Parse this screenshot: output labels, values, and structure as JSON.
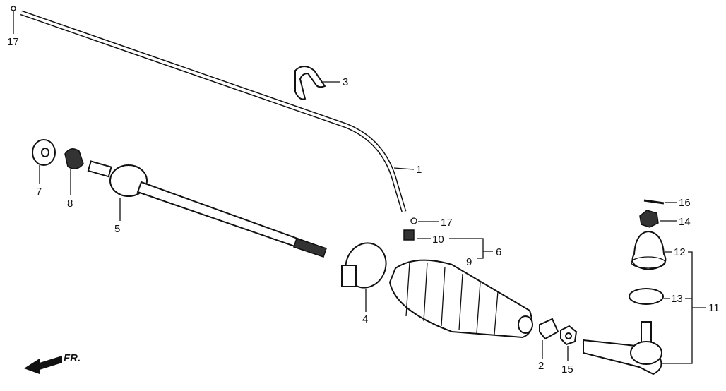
{
  "diagram": {
    "direction_label": "FR.",
    "callouts": [
      {
        "id": "17a",
        "number": "17",
        "part": "clip"
      },
      {
        "id": "3",
        "number": "3",
        "part": "clamp"
      },
      {
        "id": "1",
        "number": "1",
        "part": "air-tube"
      },
      {
        "id": "7",
        "number": "7",
        "part": "washer"
      },
      {
        "id": "8",
        "number": "8",
        "part": "lock-washer"
      },
      {
        "id": "5",
        "number": "5",
        "part": "tie-rod"
      },
      {
        "id": "17b",
        "number": "17",
        "part": "clip"
      },
      {
        "id": "10",
        "number": "10",
        "part": "bolt"
      },
      {
        "id": "6",
        "number": "6",
        "part": "boot-set"
      },
      {
        "id": "9",
        "number": "9",
        "part": "boot"
      },
      {
        "id": "16",
        "number": "16",
        "part": "cotter-pin"
      },
      {
        "id": "14",
        "number": "14",
        "part": "castle-nut"
      },
      {
        "id": "12",
        "number": "12",
        "part": "dust-seal"
      },
      {
        "id": "13",
        "number": "13",
        "part": "clip-ring"
      },
      {
        "id": "11",
        "number": "11",
        "part": "tie-rod-end"
      },
      {
        "id": "4",
        "number": "4",
        "part": "boot-band"
      },
      {
        "id": "2",
        "number": "2",
        "part": "boot-clip"
      },
      {
        "id": "15",
        "number": "15",
        "part": "lock-nut"
      }
    ]
  }
}
